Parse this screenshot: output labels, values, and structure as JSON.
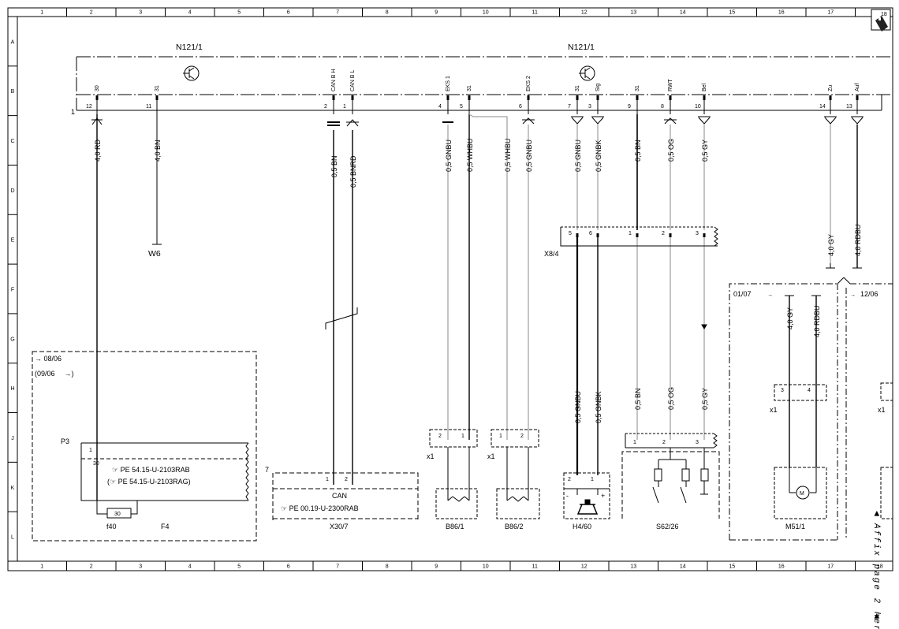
{
  "grid": {
    "columns": [
      "1",
      "2",
      "3",
      "4",
      "5",
      "6",
      "7",
      "8",
      "9",
      "10",
      "11",
      "12",
      "13",
      "14",
      "15",
      "16",
      "17",
      "18"
    ],
    "rows": [
      "A",
      "B",
      "C",
      "D",
      "E",
      "F",
      "G",
      "H",
      "J",
      "K",
      "L"
    ]
  },
  "components": {
    "n121_left": "N121/1",
    "n121_right": "N121/1",
    "bus_number": "1",
    "w6": "W6",
    "x8_4": "X8/4",
    "p3": "P3",
    "f40": "f40",
    "f4": "F4",
    "x30_7": "X30/7",
    "b86_1": "B86/1",
    "b86_2": "B86/2",
    "h4_60": "H4/60",
    "s62_26": "S62/26",
    "m51_1": "M51/1",
    "can": "CAN",
    "x1": "x1",
    "num7": "7",
    "fuse30": "30",
    "m_symbol": "M"
  },
  "pins": [
    {
      "num": "12",
      "name": "30"
    },
    {
      "num": "11",
      "name": "31"
    },
    {
      "num": "2",
      "name": "CAN B H"
    },
    {
      "num": "1",
      "name": "CAN B L"
    },
    {
      "num": "4",
      "name": "EKS 1"
    },
    {
      "num": "5",
      "name": "31"
    },
    {
      "num": "6",
      "name": "EKS 2"
    },
    {
      "num": "7",
      "name": "31"
    },
    {
      "num": "3",
      "name": "Sig"
    },
    {
      "num": "9",
      "name": "31"
    },
    {
      "num": "8",
      "name": "RWT"
    },
    {
      "num": "10",
      "name": "Bel"
    },
    {
      "num": "14",
      "name": "Zu"
    },
    {
      "num": "13",
      "name": "Auf"
    }
  ],
  "wires": {
    "w40rd": "4,0 RD",
    "w40bn": "4,0 BN",
    "w05bn": "0,5 BN",
    "w05bnrd": "0,5 BNRD",
    "w05gnbu": "0,5 GNBU",
    "w05whbu": "0,5 WHBU",
    "w05gnbk": "0,5 GNBK",
    "w05og": "0,5 OG",
    "w05gy": "0,5 GY",
    "w40gy": "4,0 GY",
    "w40rdbu": "4,0 RDBU"
  },
  "dates": {
    "d0806": "08/06",
    "d0906": "(09/06",
    "d0906_close": ")",
    "d0107": "01/07",
    "d1206": "12/06"
  },
  "references": {
    "pe_rab": "PE 54.15-U-2103RAB",
    "pe_rag": "PE 54.15-U-2103RAG)",
    "pe_rag_open": "(",
    "pe_can": "PE 00.19-U-2300RAB"
  },
  "connector_pins": {
    "x84": [
      "5",
      "6",
      "1",
      "2",
      "3"
    ],
    "pair12": [
      "1",
      "2"
    ],
    "pair21": [
      "2",
      "1"
    ],
    "s62": [
      "1",
      "2",
      "3"
    ],
    "m51": [
      "3",
      "4"
    ]
  },
  "affix_note": "Affix page 2 here",
  "page_marker": "18"
}
